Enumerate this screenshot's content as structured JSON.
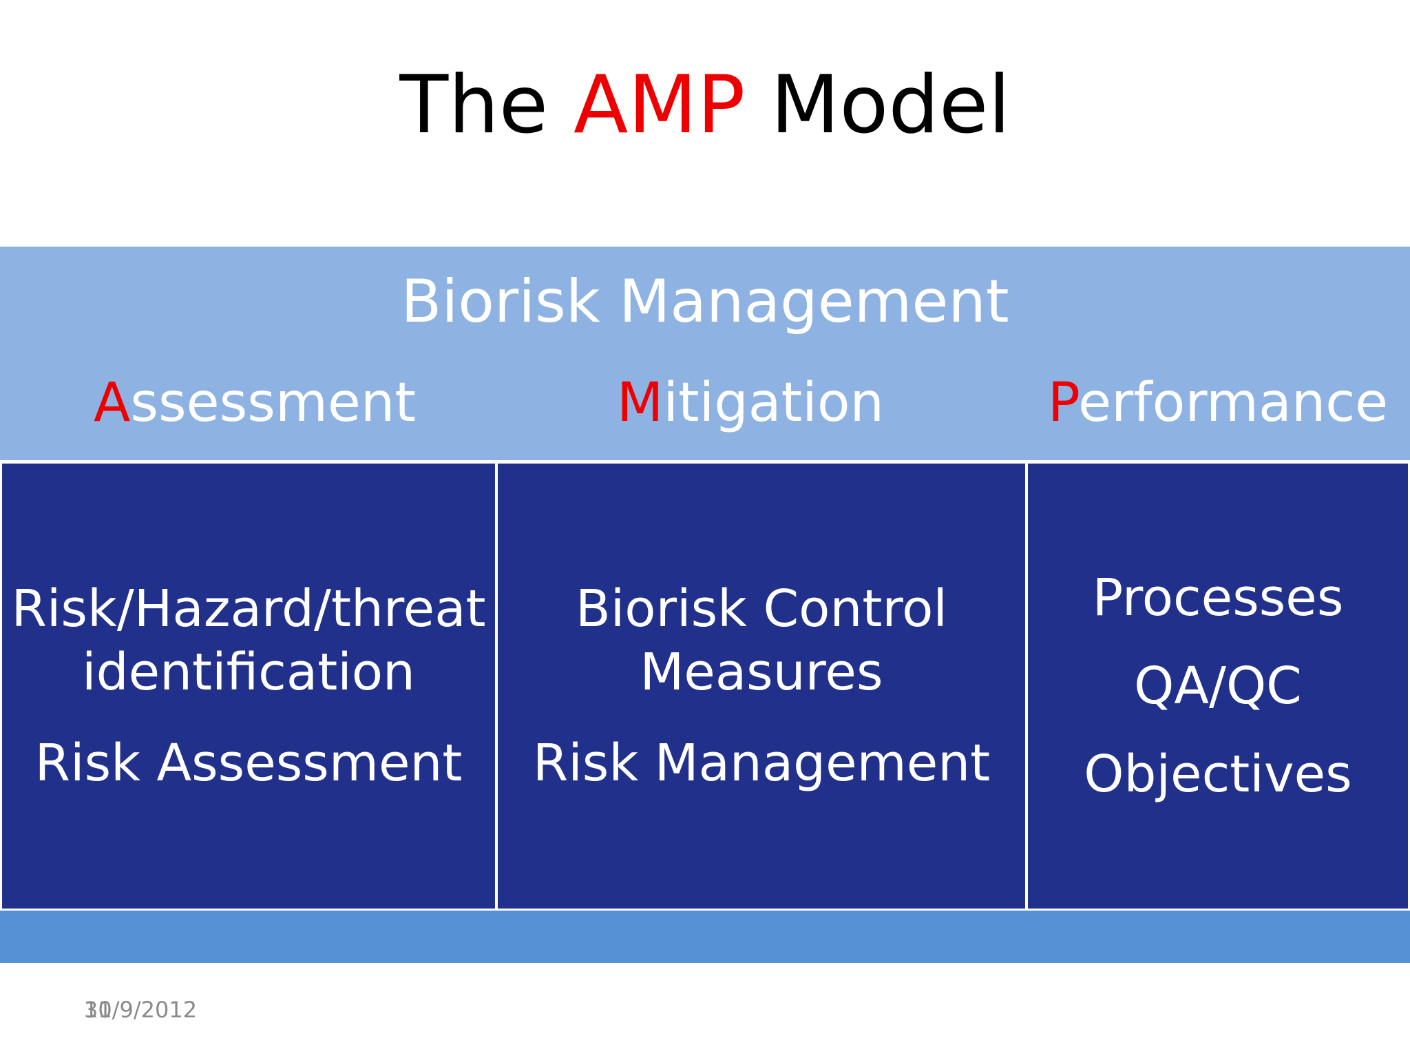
{
  "title": {
    "prefix": "The ",
    "accent": "AMP",
    "suffix": " Model"
  },
  "band": {
    "heading": "Biorisk Management"
  },
  "pillars": [
    {
      "initial": "A",
      "rest": "ssessment",
      "items": [
        "Risk/Hazard/threat\nidentification",
        "Risk Assessment"
      ]
    },
    {
      "initial": "M",
      "rest": "itigation",
      "items": [
        "Biorisk Control\nMeasures",
        "Risk Management"
      ]
    },
    {
      "initial": "P",
      "rest": "erformance",
      "items": [
        "Processes",
        "QA/QC",
        "Objectives"
      ]
    }
  ],
  "footer": {
    "date": "10/9/2012",
    "slide_number": "31"
  },
  "colors": {
    "accent": "#ee0000",
    "band_light": "#8eb3e3",
    "band_bottom": "#5591d4",
    "box_fill": "#21308a"
  }
}
